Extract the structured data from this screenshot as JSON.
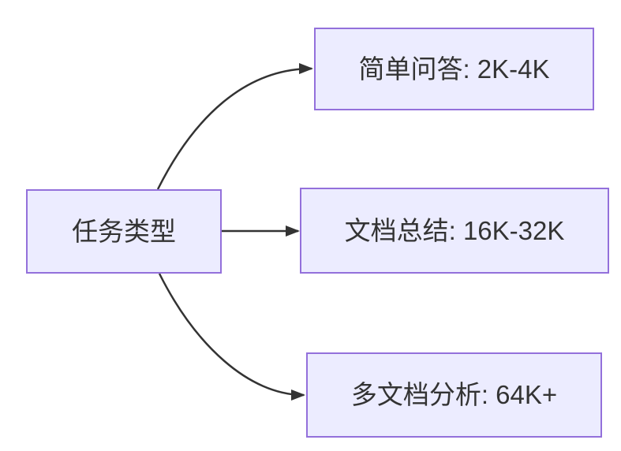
{
  "diagram": {
    "type": "flowchart-left-to-right",
    "root": {
      "label": "任务类型"
    },
    "branches": [
      {
        "label": "简单问答: 2K-4K"
      },
      {
        "label": "文档总结: 16K-32K"
      },
      {
        "label": "多文档分析: 64K+"
      }
    ],
    "edges": [
      {
        "from": "任务类型",
        "to": "简单问答: 2K-4K"
      },
      {
        "from": "任务类型",
        "to": "文档总结: 16K-32K"
      },
      {
        "from": "任务类型",
        "to": "多文档分析: 64K+"
      }
    ]
  },
  "colors": {
    "node-fill": "#ECECFF",
    "node-border": "#9370DB",
    "edge": "#333333",
    "text": "#333333",
    "background": "#FFFFFF"
  }
}
